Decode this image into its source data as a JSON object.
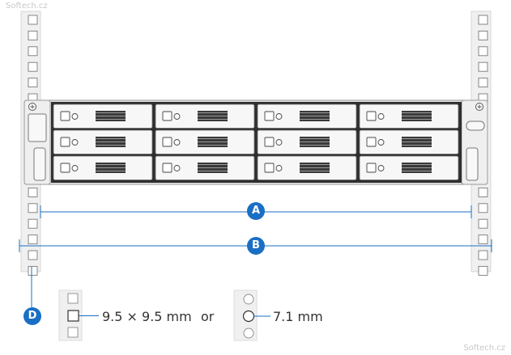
{
  "watermark": "Softech.cz",
  "callouts": {
    "a": "A",
    "b": "B",
    "d": "D"
  },
  "options": {
    "square_label": "9.5 × 9.5 mm",
    "separator": "or",
    "round_label": "7.1 mm"
  },
  "colors": {
    "accent": "#1a6fc4",
    "rail": "#f0f0f0",
    "outline": "#8a8a8a",
    "chassis": "#e7e7e7",
    "bay": "#f7f7f7"
  },
  "drive_bays": {
    "rows": 3,
    "columns": 4
  }
}
